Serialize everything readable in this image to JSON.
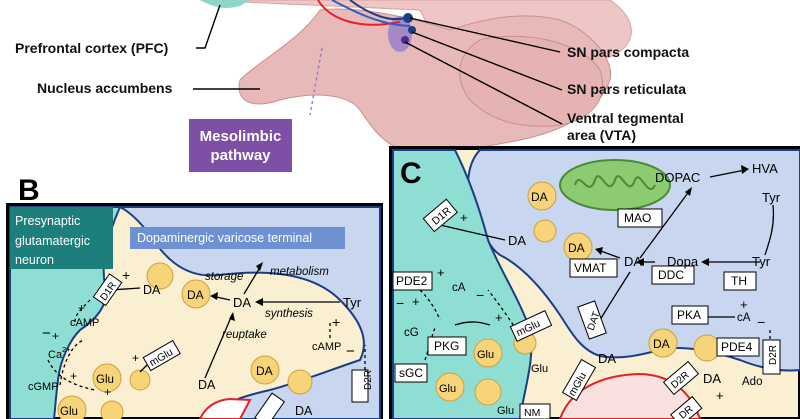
{
  "panel_a": {
    "labels": {
      "pfc": "Prefrontal cortex (PFC)",
      "nacc": "Nucleus accumbens",
      "sn_compacta": "SN pars compacta",
      "sn_reticulata": "SN pars reticulata",
      "vta_line1": "Ventral tegmental",
      "vta_line2": "area (VTA)"
    },
    "pathway_line1": "Mesolimbic",
    "pathway_line2": "pathway"
  },
  "panel_b": {
    "letter": "B",
    "presynaptic_line1": "Presynaptic",
    "presynaptic_line2": "glutamatergic",
    "presynaptic_line3": "neuron",
    "terminal_title": "Dopaminergic varicose terminal",
    "storage": "storage",
    "metabolism": "metabolism",
    "synthesis": "synthesis",
    "reuptake": "reuptake",
    "da": "DA",
    "tyr": "Tyr",
    "camp": "cAMP",
    "cgmp": "cGMP",
    "ca": "Ca",
    "ca_sup": "2+",
    "glu": "Glu",
    "d1r": "D1R",
    "d2r": "D2R",
    "mglu": "mGlu",
    "plus": "+",
    "minus": "−"
  },
  "panel_c": {
    "letter": "C",
    "da": "DA",
    "dopac": "DOPAC",
    "hva": "HVA",
    "tyr": "Tyr",
    "dopa": "Dopa",
    "mao": "MAO",
    "vmat": "VMAT",
    "ddc": "DDC",
    "th": "TH",
    "d1r": "D1R",
    "d2r": "D2R",
    "pde2": "PDE2",
    "pde4": "PDE4",
    "pka": "PKA",
    "pkg": "PKG",
    "sgc": "sGC",
    "dat": "DAT",
    "mglu": "mGlu",
    "glu": "Glu",
    "ca_abbr": "cA",
    "cg_abbr": "cG",
    "ado": "Ado",
    "nm": "NM",
    "dr": "DR",
    "plus": "+",
    "minus": "−"
  },
  "colors": {
    "brain": "#efc6c6",
    "teal": "#8fded4",
    "blue_terminal": "#c9d6ef",
    "cream": "#fbefd2",
    "vesicle": "#f7d37a",
    "mito": "#8ccb6f",
    "purple": "#7d4fa6",
    "presyn_box": "#1d7f7b",
    "terminal_box": "#6f91d2",
    "red": "#e5202a",
    "navy": "#1a3e86"
  }
}
